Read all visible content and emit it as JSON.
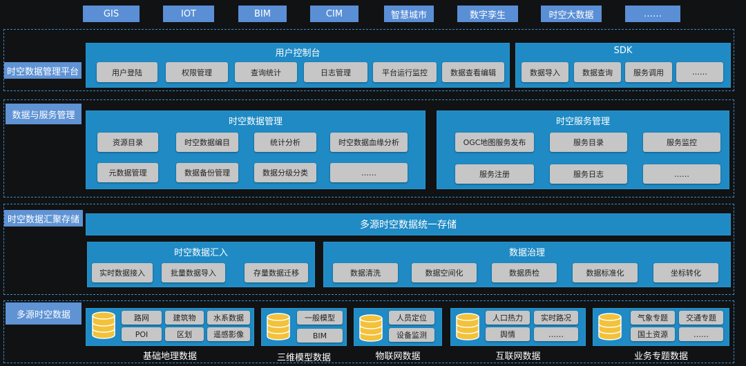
{
  "top_tags": [
    "GIS",
    "IOT",
    "BIM",
    "CIM",
    "智慧城市",
    "数字孪生",
    "时空大数据",
    "……"
  ],
  "layer1": {
    "label": "时空数据管理平台",
    "console": {
      "title": "用户控制台",
      "items": [
        "用户登陆",
        "权限管理",
        "查询统计",
        "日志管理",
        "平台运行监控",
        "数据查看编辑"
      ]
    },
    "sdk": {
      "title": "SDK",
      "items": [
        "数据导入",
        "数据查询",
        "服务调用",
        "……"
      ]
    }
  },
  "layer2": {
    "label": "数据与服务管理",
    "data_mgmt": {
      "title": "时空数据管理",
      "items": [
        "资源目录",
        "时空数据编目",
        "统计分析",
        "时空数据血缘分析",
        "元数据管理",
        "数据备份管理",
        "数据分级分类",
        "……"
      ]
    },
    "service_mgmt": {
      "title": "时空服务管理",
      "items": [
        "OGC地图服务发布",
        "服务目录",
        "服务监控",
        "服务注册",
        "服务日志",
        "……"
      ]
    }
  },
  "layer3": {
    "label": "时空数据汇聚存储",
    "storage": "多源时空数据统一存储",
    "ingest": {
      "title": "时空数据汇入",
      "items": [
        "实时数据接入",
        "批量数据导入",
        "存量数据迁移"
      ]
    },
    "governance": {
      "title": "数据治理",
      "items": [
        "数据清洗",
        "数据空间化",
        "数据质检",
        "数据标准化",
        "坐标转化"
      ]
    }
  },
  "layer4": {
    "label": "多源时空数据",
    "groups": [
      {
        "caption": "基础地理数据",
        "items": [
          "路网",
          "建筑物",
          "水系数据",
          "POI",
          "区划",
          "遥感影像"
        ]
      },
      {
        "caption": "三维模型数据",
        "items": [
          "一般模型",
          "BIM"
        ]
      },
      {
        "caption": "物联网数据",
        "items": [
          "人员定位",
          "设备监测"
        ]
      },
      {
        "caption": "互联网数据",
        "items": [
          "人口热力",
          "实时路况",
          "舆情",
          "……"
        ]
      },
      {
        "caption": "业务专题数据",
        "items": [
          "气象专题",
          "交通专题",
          "国土资源",
          "……"
        ]
      }
    ]
  },
  "colors": {
    "background": "#111214",
    "panel": "#1f8ac4",
    "side_label": "#5f93d4",
    "button": "#c6c6c6",
    "dashed_border": "#3a8fc9",
    "cylinder": "#f3c13a"
  }
}
